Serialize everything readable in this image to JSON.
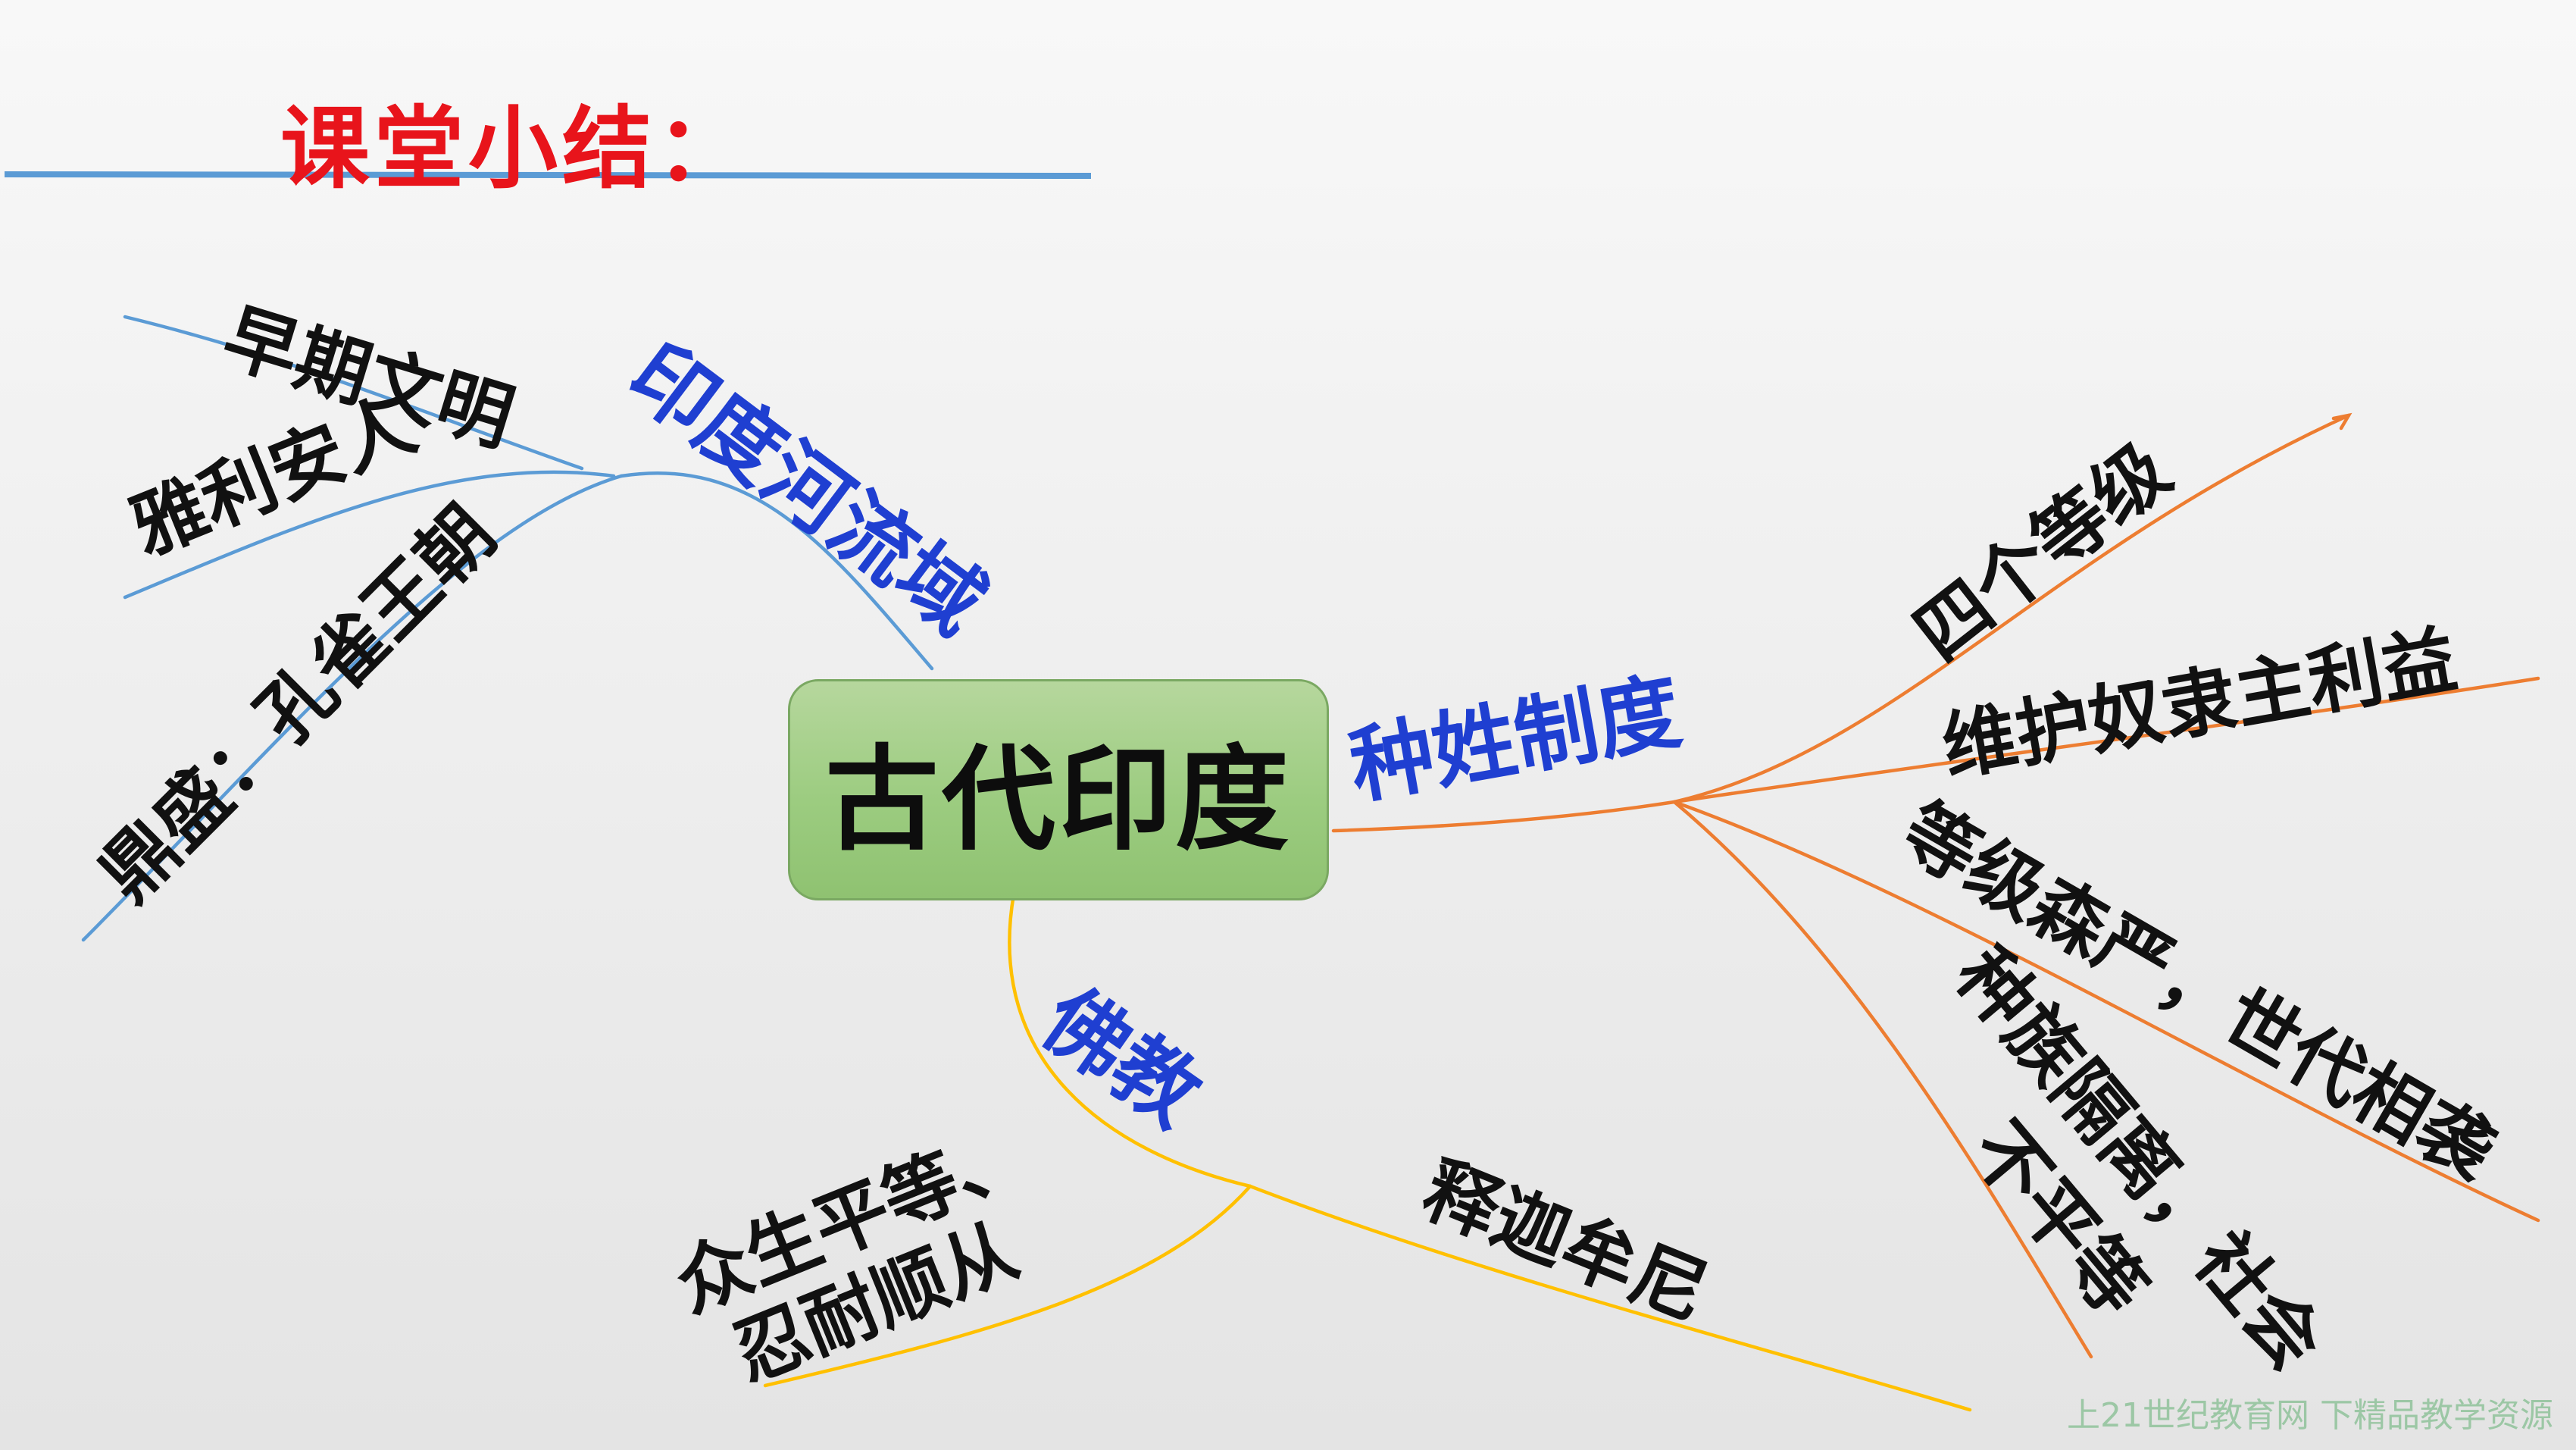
{
  "title": "课堂小结：",
  "center": "古代印度",
  "branches": {
    "indus": {
      "label": "印度河流域",
      "items": [
        "早期文明",
        "雅利安人",
        "鼎盛：孔雀王朝"
      ]
    },
    "caste": {
      "label": "种姓制度",
      "items": [
        "四个等级",
        "维护奴隶主利益",
        "等级森严，世代相袭",
        "种族隔离，社会",
        "不平等"
      ]
    },
    "buddhism": {
      "label": "佛教",
      "items": [
        "众生平等、",
        "忍耐顺从",
        "释迦牟尼"
      ]
    }
  },
  "footer": "上21世纪教育网   下精品教学资源",
  "colors": {
    "title": "#e8141b",
    "branch_label": "#1f3fd1",
    "indus_line": "#5b9bd5",
    "caste_line": "#ed7d31",
    "buddhism_line": "#ffc000",
    "center_fill": "#a9d18e"
  }
}
